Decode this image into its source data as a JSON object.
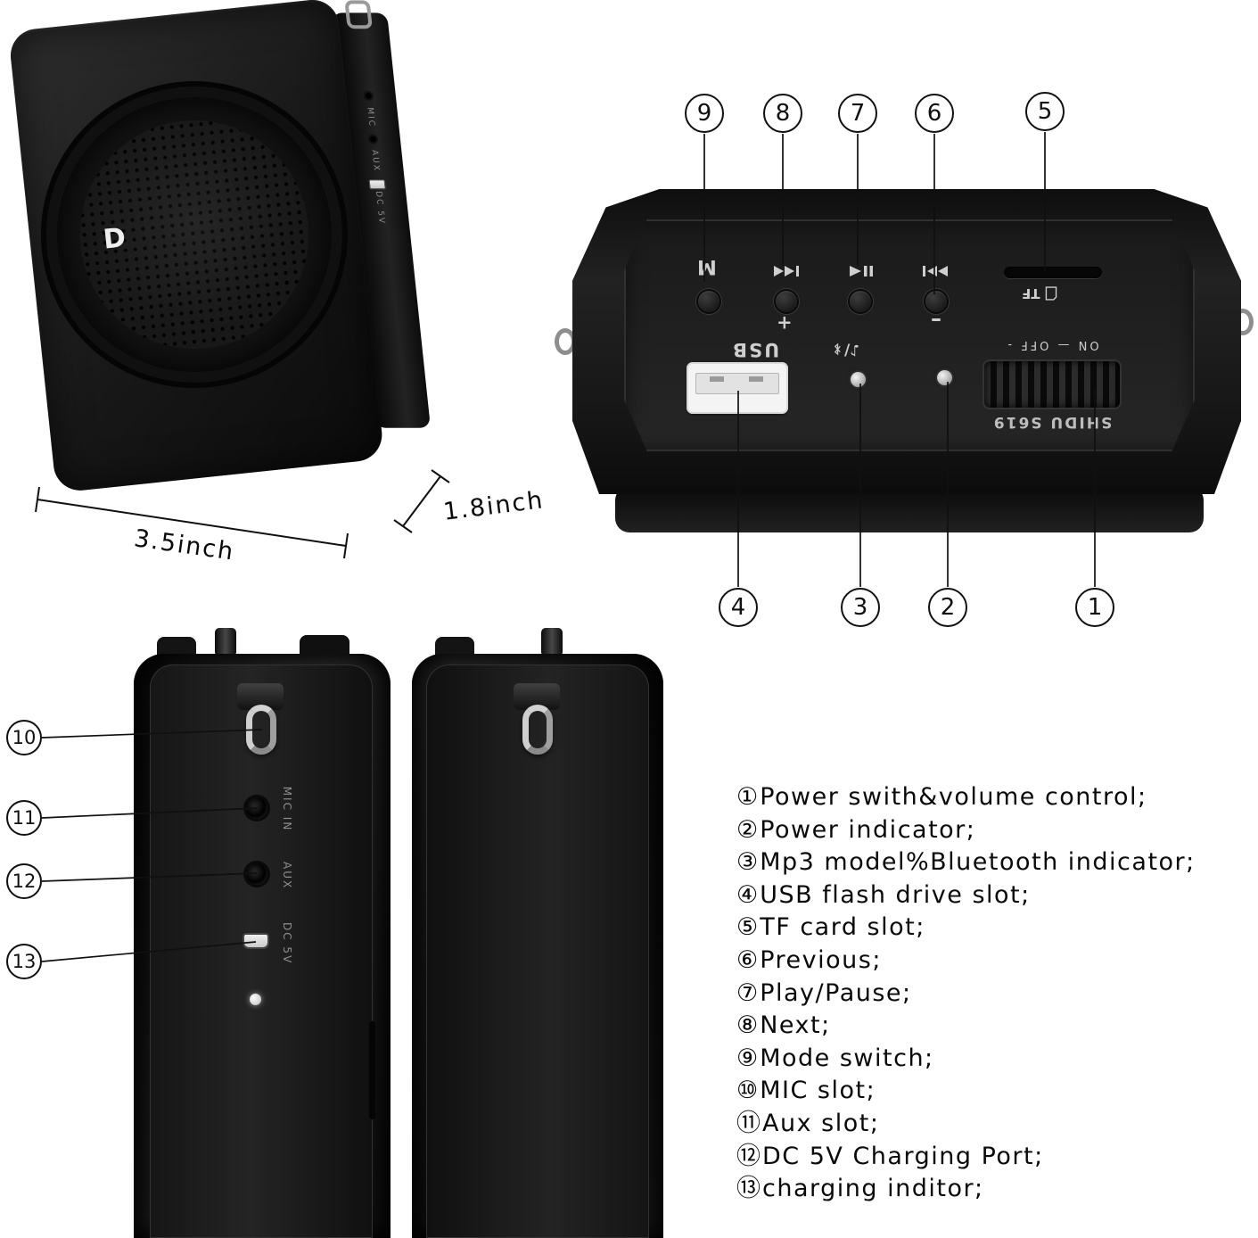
{
  "colors": {
    "background": "#ffffff",
    "device_body": "#161616",
    "callout_line": "#101010"
  },
  "front_view": {
    "logo": "D",
    "width_label": "3.5inch",
    "depth_label": "1.8inch",
    "side_labels": {
      "mic": "MIC",
      "aux": "AUX",
      "dc": "DC 5V"
    }
  },
  "top_view": {
    "callouts_top": [
      "9",
      "8",
      "7",
      "6",
      "5"
    ],
    "callouts_bottom": [
      "4",
      "3",
      "2",
      "1"
    ],
    "labels": {
      "mode": "M",
      "plus": "+",
      "minus": "–",
      "usb": "USB",
      "tf": "TF",
      "switch_legend": "ON — OFF -",
      "brand": "SHIDU S619",
      "music_note": "♪/"
    },
    "icons": {
      "next": "skip-next",
      "play_pause": "play-pause",
      "previous": "skip-previous",
      "bluetooth": "bluetooth",
      "tf_card": "memory-card"
    }
  },
  "side_view": {
    "callouts": [
      "10",
      "11",
      "12",
      "13"
    ],
    "labels": {
      "mic_in": "MIC IN",
      "aux": "AUX",
      "dc": "DC 5V"
    }
  },
  "legend": {
    "items": [
      {
        "num": "①",
        "label": "Power swith&volume control;"
      },
      {
        "num": "②",
        "label": "Power indicator;"
      },
      {
        "num": "③",
        "label": "Mp3 model%Bluetooth indicator;"
      },
      {
        "num": "④",
        "label": "USB flash drive slot;"
      },
      {
        "num": "⑤",
        "label": "TF card slot;"
      },
      {
        "num": "⑥",
        "label": "Previous;"
      },
      {
        "num": "⑦",
        "label": "Play/Pause;"
      },
      {
        "num": "⑧",
        "label": "Next;"
      },
      {
        "num": "⑨",
        "label": "Mode switch;"
      },
      {
        "num": "⑩",
        "label": "MIC slot;"
      },
      {
        "num": "⑪",
        "label": "Aux slot;"
      },
      {
        "num": "⑫",
        "label": "DC 5V Charging Port;"
      },
      {
        "num": "⑬",
        "label": "charging inditor;"
      }
    ]
  }
}
